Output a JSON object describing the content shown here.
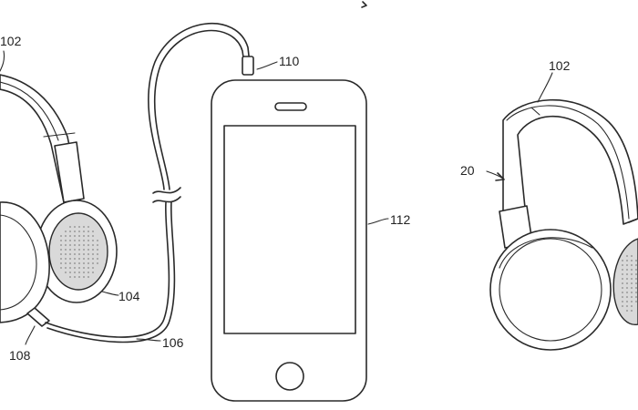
{
  "labels": {
    "headband_left": "102",
    "connector_top": "110",
    "phone": "112",
    "headband_right": "102",
    "headphones_ref": "20",
    "ear_cup": "104",
    "cable": "106",
    "plug": "108"
  },
  "colors": {
    "line": "#2a2a2a",
    "shade": "#d9d9d9",
    "background": "#ffffff"
  }
}
